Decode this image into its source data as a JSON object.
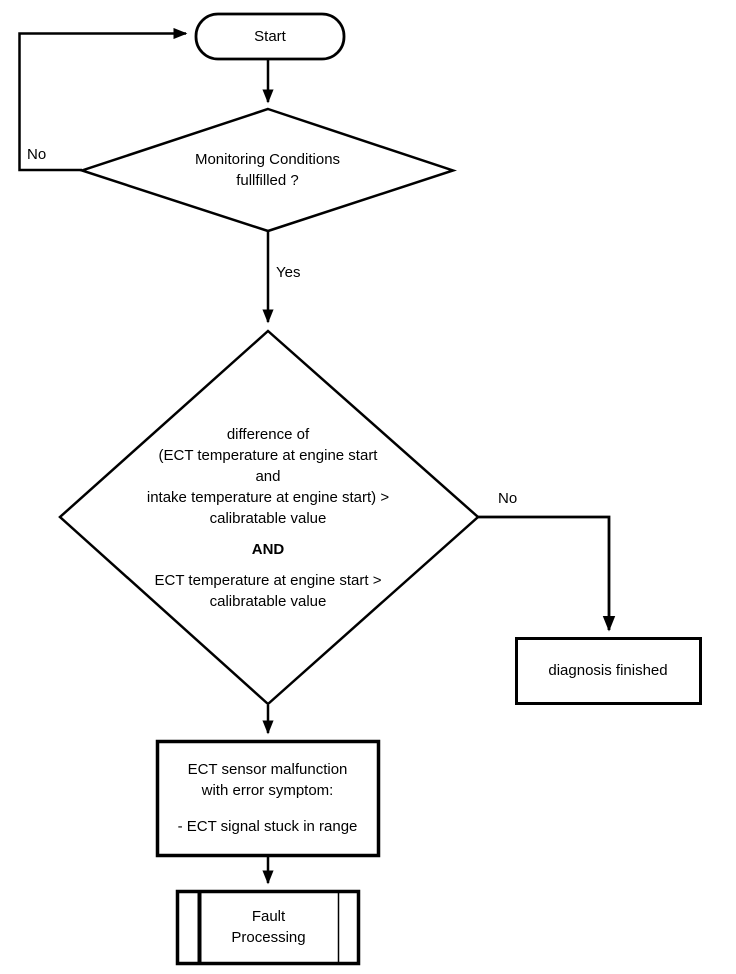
{
  "diagram": {
    "title": "ECT sensor stuck-in-range diagnosis flowchart",
    "colors": {
      "background": "#ffffff",
      "line": "#000000",
      "text": "#000000"
    },
    "nodes": {
      "start": {
        "label": "Start"
      },
      "decision_monitoring": {
        "label": "Monitoring Conditions\nfullfilled ?"
      },
      "decision_temperature": {
        "condition1": "difference of\n(ECT temperature at engine start\nand\nintake temperature at engine start) >\ncalibratable value",
        "operator": "AND",
        "condition2": "ECT temperature at engine start >\ncalibratable value"
      },
      "diagnosis_finished": {
        "label": "diagnosis finished"
      },
      "malfunction": {
        "title": "ECT sensor malfunction\nwith error symptom:",
        "detail": "- ECT signal stuck in range"
      },
      "fault_processing": {
        "label": "Fault\nProcessing"
      }
    },
    "edges": {
      "monitoring_no": "No",
      "monitoring_yes": "Yes",
      "temperature_no": "No"
    }
  }
}
